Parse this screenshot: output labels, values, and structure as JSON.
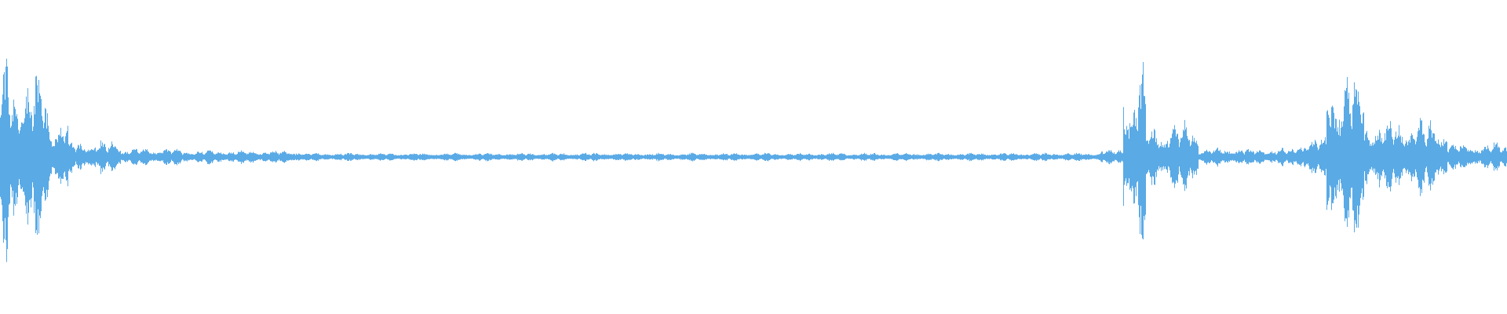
{
  "waveform": {
    "color": "#5aaae6",
    "background": "#ffffff",
    "segments": [
      {
        "from": 0.0,
        "to": 0.012,
        "amplitude": 0.78
      },
      {
        "from": 0.012,
        "to": 0.032,
        "amplitude": 0.6
      },
      {
        "from": 0.032,
        "to": 0.045,
        "amplitude": 0.3
      },
      {
        "from": 0.045,
        "to": 0.08,
        "amplitude": 0.12
      },
      {
        "from": 0.08,
        "to": 0.12,
        "amplitude": 0.06
      },
      {
        "from": 0.12,
        "to": 0.2,
        "amplitude": 0.045
      },
      {
        "from": 0.2,
        "to": 0.73,
        "amplitude": 0.025
      },
      {
        "from": 0.73,
        "to": 0.745,
        "amplitude": 0.05
      },
      {
        "from": 0.745,
        "to": 0.76,
        "amplitude": 0.66
      },
      {
        "from": 0.76,
        "to": 0.795,
        "amplitude": 0.25
      },
      {
        "from": 0.795,
        "to": 0.86,
        "amplitude": 0.06
      },
      {
        "from": 0.86,
        "to": 0.88,
        "amplitude": 0.15
      },
      {
        "from": 0.88,
        "to": 0.905,
        "amplitude": 0.65
      },
      {
        "from": 0.905,
        "to": 0.96,
        "amplitude": 0.28
      },
      {
        "from": 0.96,
        "to": 1.0,
        "amplitude": 0.1
      }
    ]
  }
}
